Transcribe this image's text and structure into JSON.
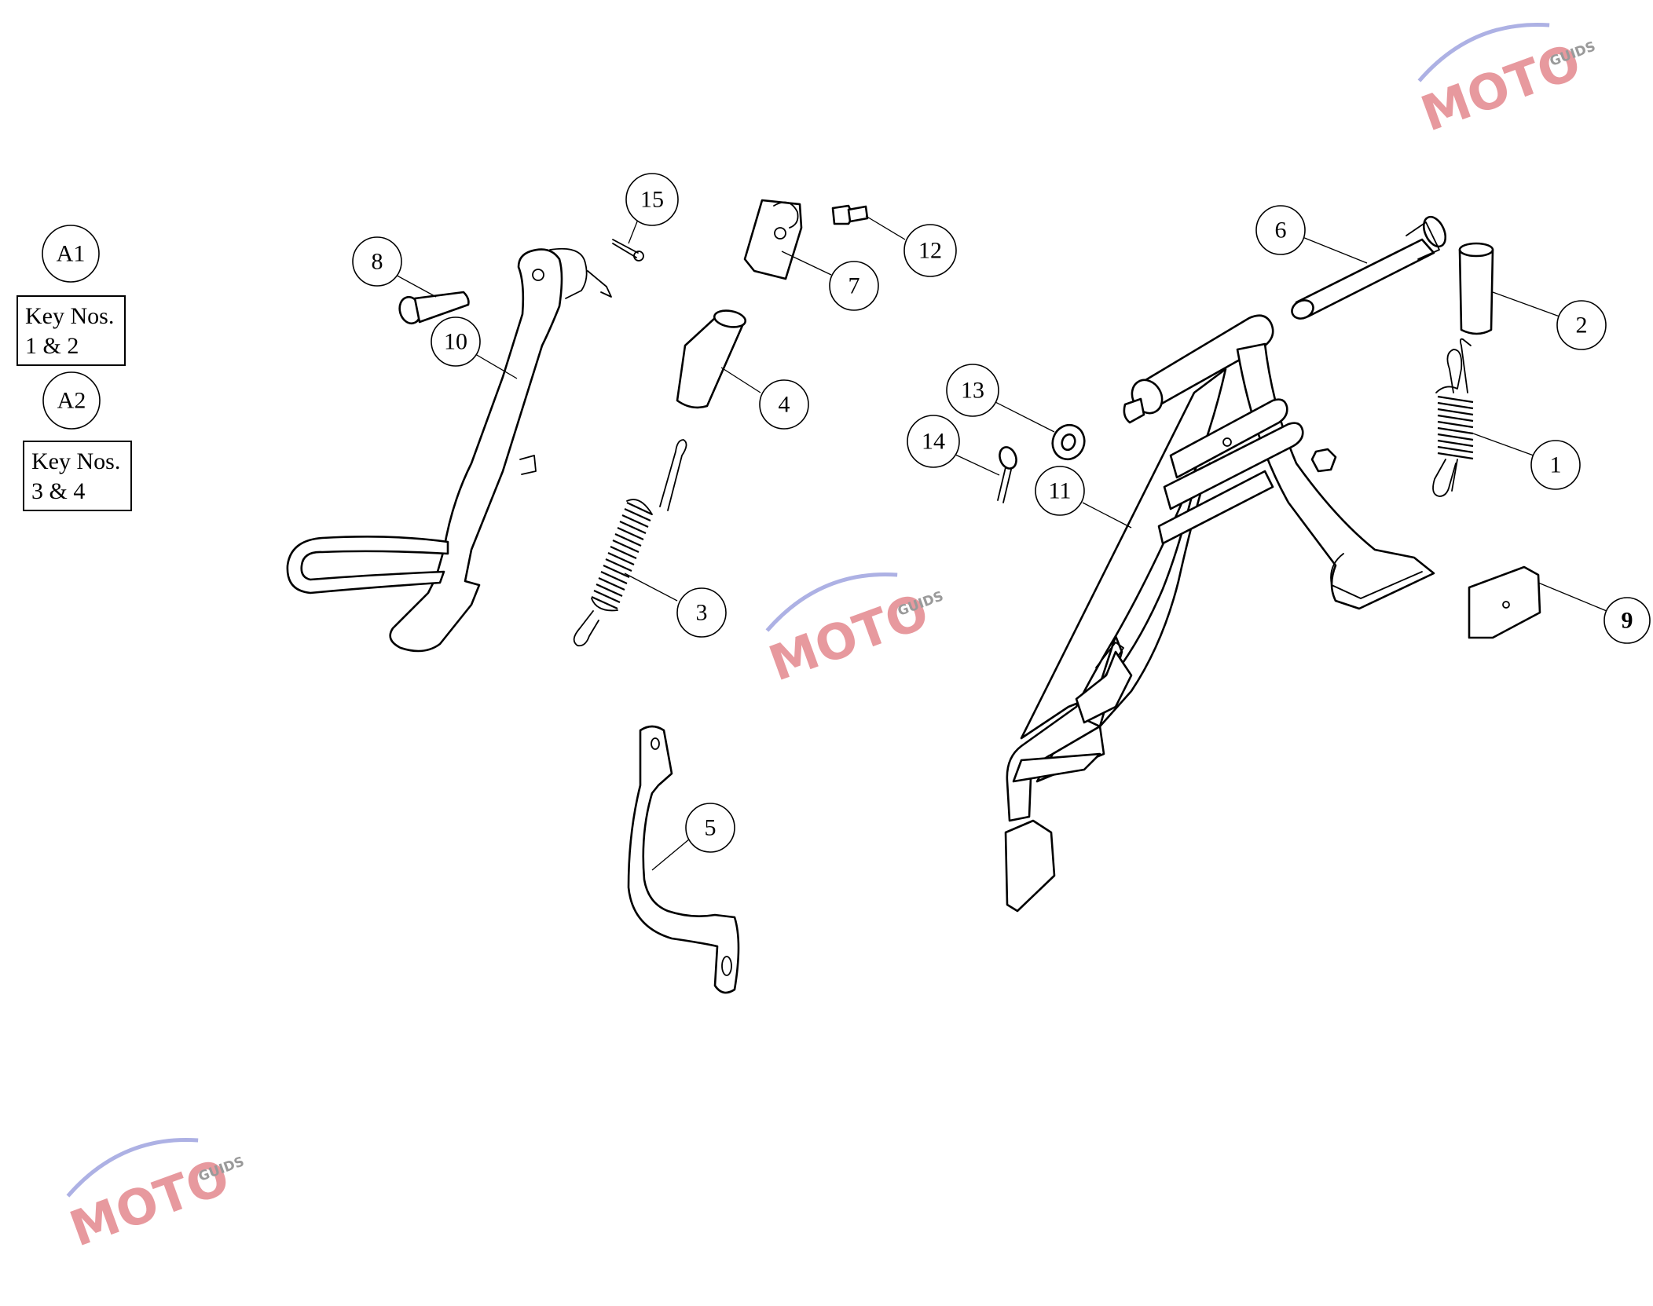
{
  "legend": {
    "groups": [
      {
        "ref": "A1",
        "line1": "Key Nos.",
        "line2": "1 & 2"
      },
      {
        "ref": "A2",
        "line1": "Key Nos.",
        "line2": "3 & 4"
      }
    ]
  },
  "callouts": {
    "c1": "1",
    "c2": "2",
    "c3": "3",
    "c4": "4",
    "c5": "5",
    "c6": "6",
    "c7": "7",
    "c8": "8",
    "c9": "9",
    "c10": "10",
    "c11": "11",
    "c12": "12",
    "c13": "13",
    "c14": "14",
    "c15": "15"
  },
  "watermark": {
    "brand": "MOTO",
    "sub": "GUIDS"
  },
  "colors": {
    "line": "#000000",
    "watermark_red": "#e0787e",
    "watermark_blue": "#8a90d8",
    "watermark_gray": "#9a9a9a"
  }
}
